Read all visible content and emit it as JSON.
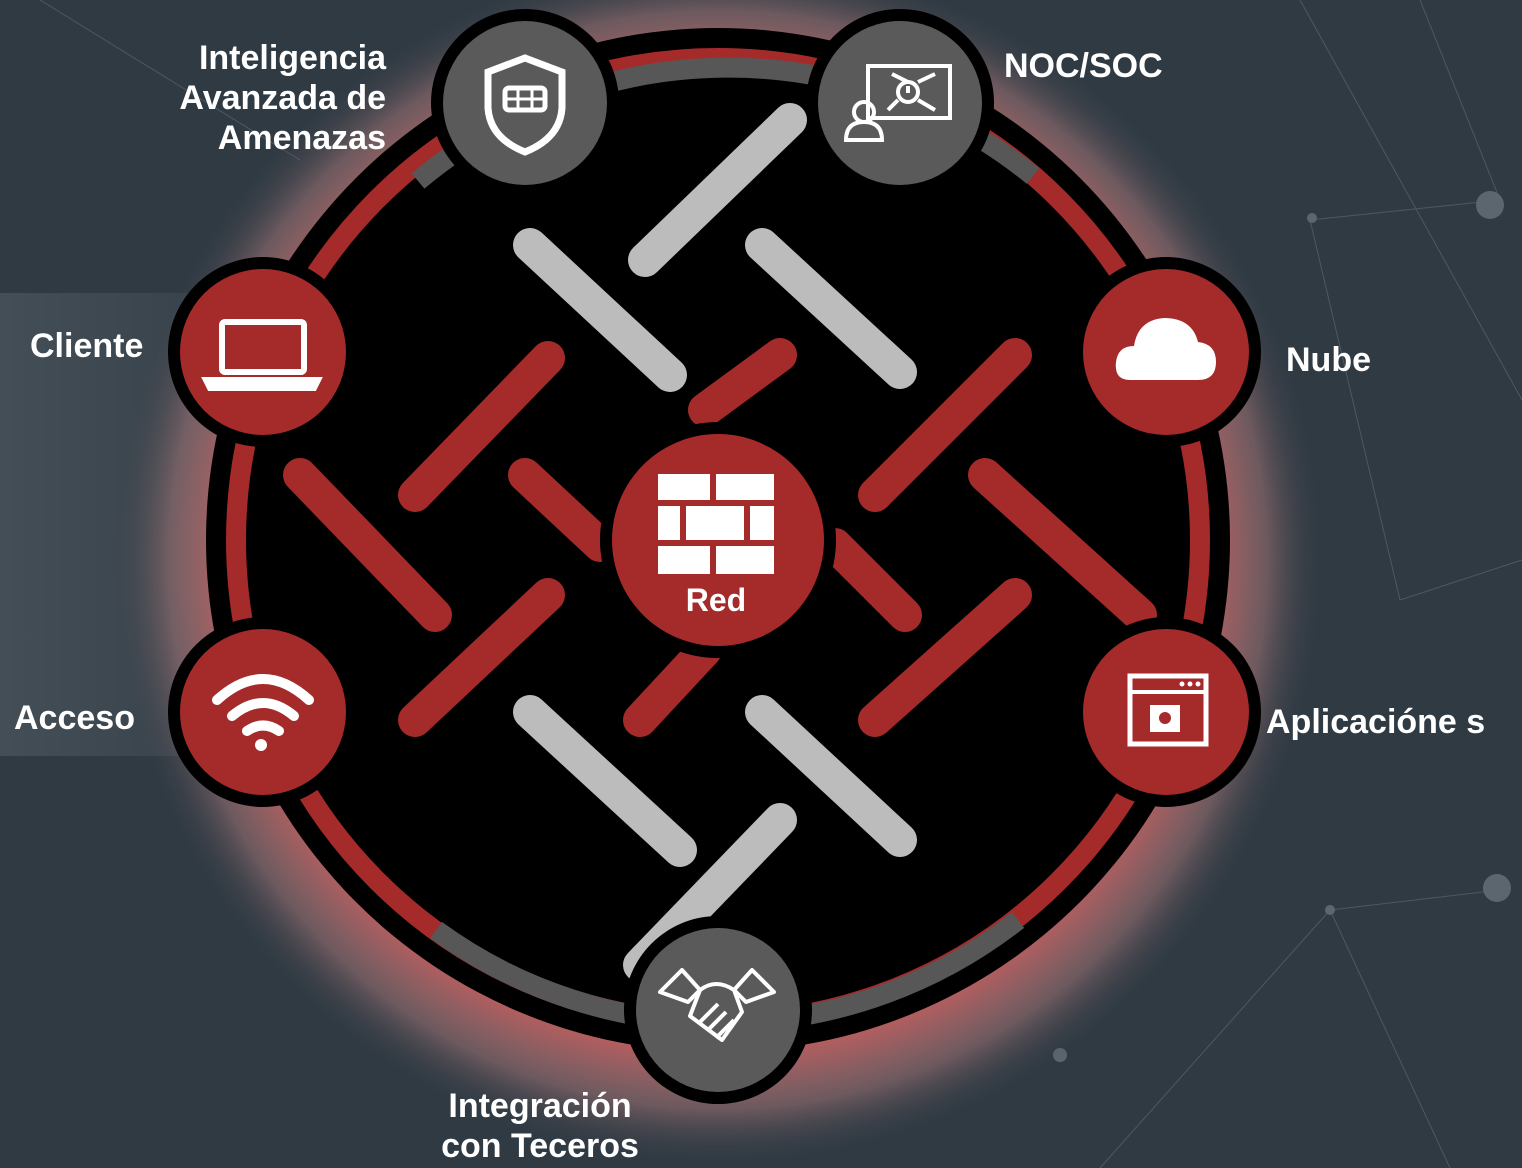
{
  "colors": {
    "background": "#2f3a43",
    "ring_red": "#a52a2a",
    "ring_gray": "#555555",
    "node_gray": "#5a5a5a",
    "weave_light": "#bdbdbd",
    "text": "#ffffff"
  },
  "center": {
    "label": "Red",
    "icon": "firewall-brick-icon"
  },
  "nodes": [
    {
      "id": "threat-intel",
      "icon": "shield-icon",
      "lines": [
        "Inteligencia",
        "Avanzada de",
        "Amenazas"
      ]
    },
    {
      "id": "noc-soc",
      "icon": "network-presentation-icon",
      "lines": [
        "NOC/SOC"
      ]
    },
    {
      "id": "client",
      "icon": "laptop-icon",
      "lines": [
        "Cliente"
      ]
    },
    {
      "id": "cloud",
      "icon": "cloud-icon",
      "lines": [
        "Nube"
      ]
    },
    {
      "id": "access",
      "icon": "wifi-icon",
      "lines": [
        "Acceso"
      ]
    },
    {
      "id": "apps",
      "icon": "app-window-gear-icon",
      "lines": [
        "Aplicacióne s"
      ]
    },
    {
      "id": "third-party",
      "icon": "handshake-icon",
      "lines": [
        "Integración",
        "con Teceros"
      ]
    }
  ]
}
